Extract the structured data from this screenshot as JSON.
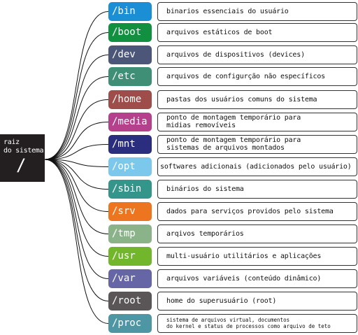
{
  "root": {
    "label": "raiz\ndo sistema",
    "symbol": "/"
  },
  "directories": [
    {
      "name": "/bin",
      "color": "#1b8fd5",
      "desc": "binarios essenciais do usuário"
    },
    {
      "name": "/boot",
      "color": "#119140",
      "desc": "arquivos estáticos de boot"
    },
    {
      "name": "/dev",
      "color": "#4c5679",
      "desc": "arquivos de dispositivos (devices)"
    },
    {
      "name": "/etc",
      "color": "#3f8f77",
      "desc": "arquivos de configurção não específicos"
    },
    {
      "name": "/home",
      "color": "#9e4d4a",
      "desc": "pastas dos usuários comuns do sistema"
    },
    {
      "name": "/media",
      "color": "#b5418c",
      "desc": "ponto de montagem temporário para\nmidias removíveis"
    },
    {
      "name": "/mnt",
      "color": "#2b2d7f",
      "desc": "ponto de montagem temporário para\nsistemas de arquivos montados"
    },
    {
      "name": "/opt",
      "color": "#7cc7ec",
      "desc": "softwares adicionais (adicionados pelo usuário)"
    },
    {
      "name": "/sbin",
      "color": "#34958a",
      "desc": "binários do sistema"
    },
    {
      "name": "/srv",
      "color": "#ee7520",
      "desc": "dados para serviços providos pelo sistema"
    },
    {
      "name": "/tmp",
      "color": "#8ab38a",
      "desc": "arqivos temporários"
    },
    {
      "name": "/usr",
      "color": "#72b62b",
      "desc": "multi-usuário utilitários e aplicações"
    },
    {
      "name": "/var",
      "color": "#6666a6",
      "desc": "arquivos variáveis (conteúdo dinâmico)"
    },
    {
      "name": "/root",
      "color": "#5a5657",
      "desc": "home do superusuário (root)"
    },
    {
      "name": "/proc",
      "color": "#4f96a5",
      "desc": "sistema de arquivos virtual, documentos\ndo kernel e status de processos como arquivo de teto"
    }
  ]
}
